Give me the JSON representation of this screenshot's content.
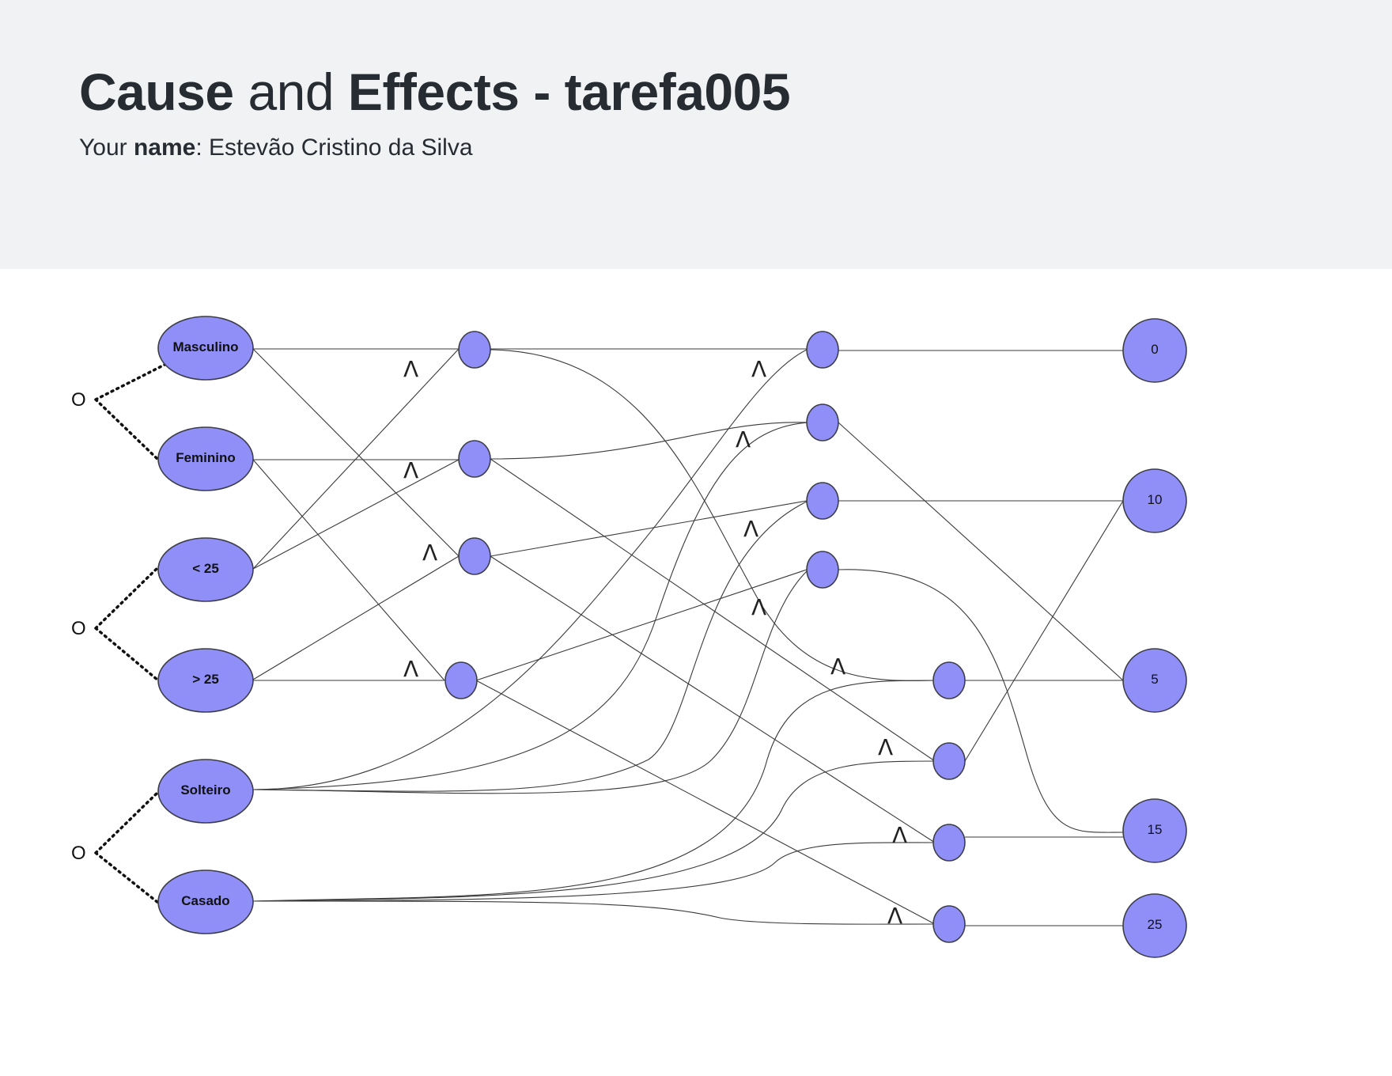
{
  "header": {
    "title_cause": "Cause",
    "title_and": "and",
    "title_effects": "Effects",
    "title_suffix": "- tarefa005",
    "name_prefix": "Your",
    "name_bold": "name",
    "name_value": ": Estevão Cristino da Silva"
  },
  "diagram": {
    "causes": [
      "Masculino",
      "Feminino",
      "< 25",
      "> 25",
      "Solteiro",
      "Casado"
    ],
    "effects": [
      "0",
      "10",
      "5",
      "15",
      "25"
    ],
    "or_symbol": "O",
    "and_symbol": "Λ"
  }
}
